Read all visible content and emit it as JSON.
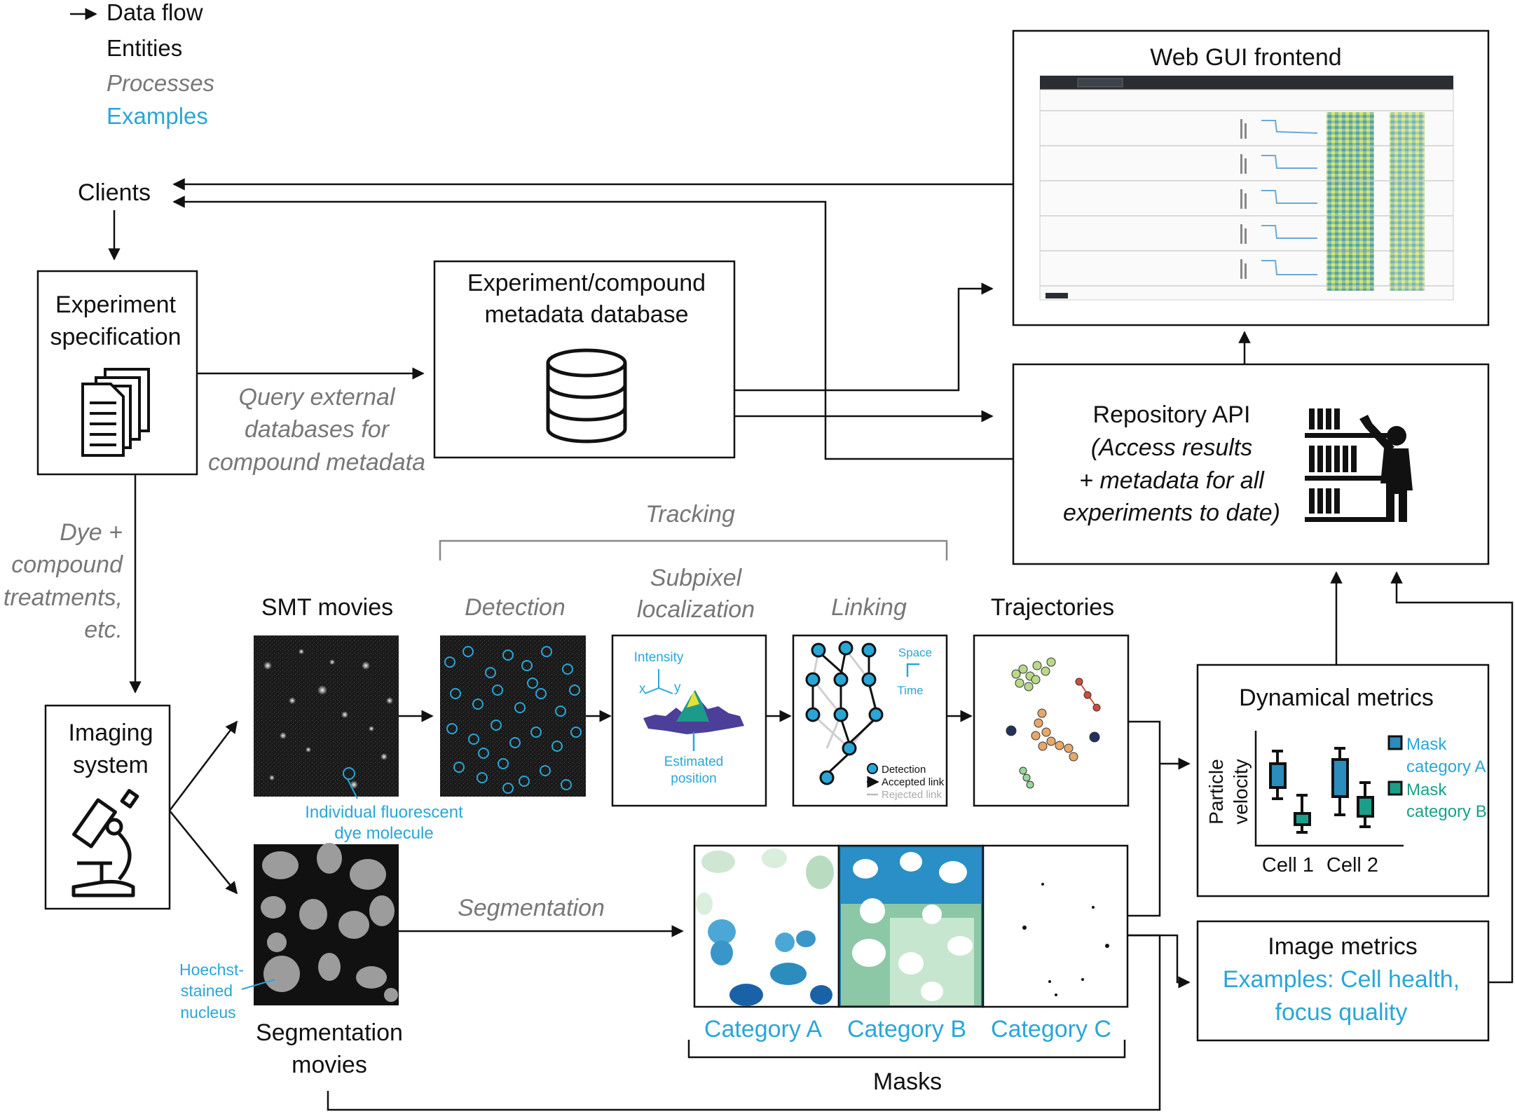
{
  "legend": {
    "data_flow": "Data flow",
    "entities": "Entities",
    "processes": "Processes",
    "examples": "Examples"
  },
  "nodes": {
    "clients": "Clients",
    "experiment_spec": [
      "Experiment",
      "specification"
    ],
    "metadata_db": [
      "Experiment/compound",
      "metadata database"
    ],
    "web_gui": "Web GUI frontend",
    "repository_api": [
      "Repository API",
      "(Access results",
      "+ metadata for all",
      "experiments to date)"
    ],
    "imaging_system": [
      "Imaging",
      "system"
    ],
    "smt_movies": "SMT movies",
    "segmentation_movies": [
      "Segmentation",
      "movies"
    ],
    "trajectories": "Trajectories",
    "masks": "Masks",
    "dynamical_metrics": "Dynamical metrics",
    "image_metrics": "Image metrics"
  },
  "processes": {
    "query": [
      "Query external",
      "databases for",
      "compound metadata"
    ],
    "dye": [
      "Dye +",
      "compound",
      "treatments,",
      "etc."
    ],
    "tracking": "Tracking",
    "detection": "Detection",
    "subpixel": [
      "Subpixel",
      "localization"
    ],
    "linking": "Linking",
    "segmentation": "Segmentation"
  },
  "examples": {
    "dye_molecule": [
      "Individual fluorescent",
      "dye molecule"
    ],
    "hoechst": [
      "Hoechst-",
      "stained",
      "nucleus"
    ],
    "image_metrics_examples": [
      "Examples: Cell health,",
      "focus quality"
    ],
    "category_a": "Category A",
    "category_b": "Category B",
    "category_c": "Category C"
  },
  "subpixel_panel": {
    "intensity": "Intensity",
    "x": "x",
    "y": "y",
    "estimated_position": [
      "Estimated",
      "position"
    ]
  },
  "linking_panel": {
    "space": "Space",
    "time": "Time",
    "detection": "Detection",
    "accepted_link": "Accepted link",
    "rejected_link": "Rejected link"
  },
  "dynamical_chart": {
    "ylabel": [
      "Particle",
      "velocity"
    ],
    "categories": [
      "Cell 1",
      "Cell 2"
    ],
    "legend_a": [
      "Mask",
      "category A"
    ],
    "legend_b": [
      "Mask",
      "category B"
    ]
  },
  "colors": {
    "accent_blue": "#2aa6d6",
    "process_gray": "#777777",
    "mask_a": "#2b8cbe",
    "mask_b": "#1aa08a"
  },
  "icons": [
    "document-stack-icon",
    "database-icon",
    "microscope-icon",
    "librarian-shelf-icon"
  ]
}
